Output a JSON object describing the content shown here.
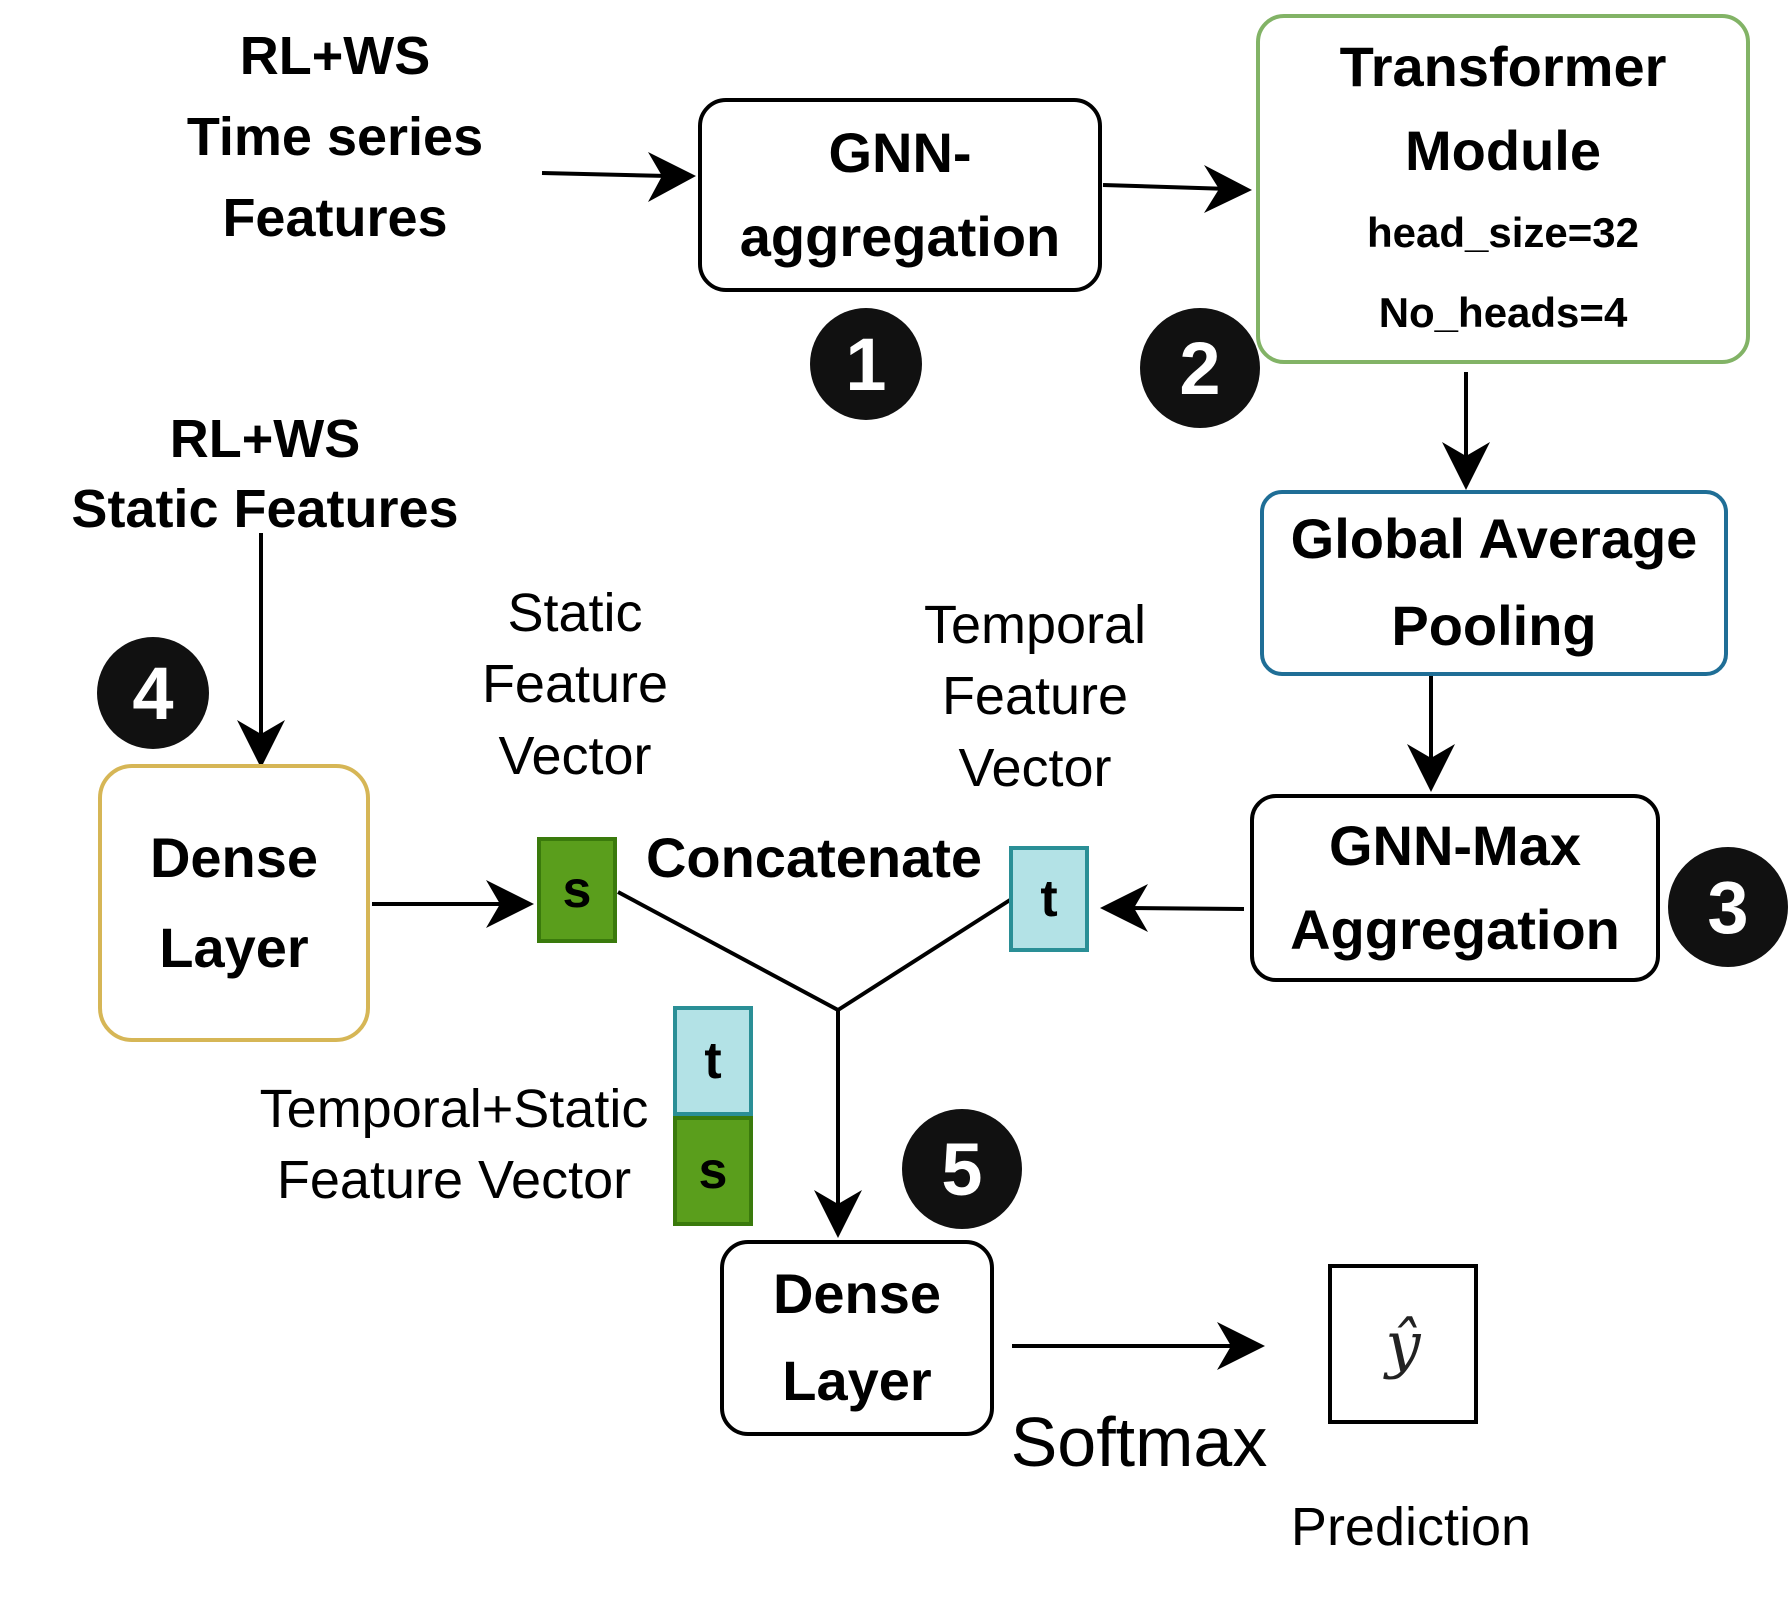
{
  "inputs": {
    "time_series": "RL+WS\nTime series\nFeatures",
    "static": "RL+WS\nStatic Features"
  },
  "boxes": {
    "gnn_aggregation": "GNN-\naggregation",
    "transformer_title": "Transformer\nModule",
    "transformer_head_size": "head_size=32",
    "transformer_no_heads": "No_heads=4",
    "global_avg_pooling": "Global Average\nPooling",
    "gnn_max": "GNN-Max\nAggregation",
    "dense_static": "Dense\nLayer",
    "dense_final": "Dense\nLayer"
  },
  "badges": [
    "1",
    "2",
    "3",
    "4",
    "5"
  ],
  "labels": {
    "static_vector": "Static\nFeature\nVector",
    "temporal_vector": "Temporal\nFeature\nVector",
    "concatenate": "Concatenate",
    "combined_vector": "Temporal+Static\nFeature Vector",
    "softmax": "Softmax",
    "prediction": "Prediction"
  },
  "vectors": {
    "static_symbol": "s",
    "temporal_symbol": "t"
  },
  "output_symbol": "ŷ",
  "colors": {
    "transformer_border": "#82b366",
    "pooling_border": "#1f6e96",
    "dense_static_border": "#d6b656",
    "static_fill": "#5a9e1c",
    "temporal_fill": "#b3e2e6",
    "badge_fill": "#111111"
  }
}
